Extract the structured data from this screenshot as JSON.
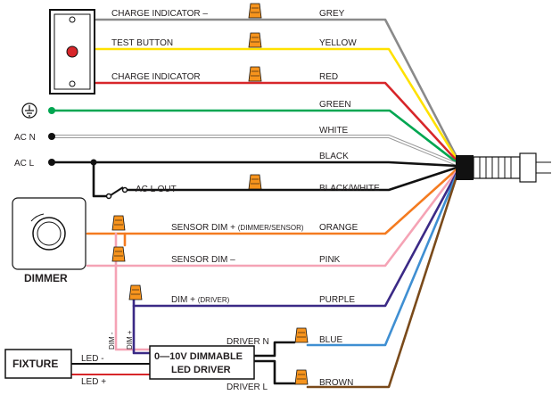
{
  "colors": {
    "grey": "#8a8a8a",
    "yellow": "#ffe100",
    "red": "#d7262a",
    "green": "#00a651",
    "white_wire": "#c8c8c8",
    "black": "#111111",
    "orange": "#f47b20",
    "pink": "#f5a3b5",
    "purple": "#3b2a86",
    "blue": "#3f8fd2",
    "brown": "#7a4a1a",
    "wire_nut": "#f7941d"
  },
  "left_labels": {
    "ac_n": "AC N",
    "ac_l": "AC L",
    "ac_l_out": "AC L OUT",
    "dimmer": "DIMMER",
    "fixture": "FIXTURE",
    "led_minus": "LED -",
    "led_plus": "LED +",
    "dim_minus": "DIM -",
    "dim_plus": "DIM +"
  },
  "driver": {
    "line1": "0—10V DIMMABLE",
    "line2": "LED DRIVER",
    "driver_n": "DRIVER N",
    "driver_l": "DRIVER L"
  },
  "wires": [
    {
      "name": "charge-indicator-minus",
      "function": "CHARGE INDICATOR –",
      "color_label": "GREY"
    },
    {
      "name": "test-button",
      "function": "TEST BUTTON",
      "color_label": "YELLOW"
    },
    {
      "name": "charge-indicator",
      "function": "CHARGE INDICATOR",
      "color_label": "RED"
    },
    {
      "name": "ground",
      "function": "",
      "color_label": "GREEN"
    },
    {
      "name": "ac-n",
      "function": "",
      "color_label": "WHITE"
    },
    {
      "name": "ac-l",
      "function": "",
      "color_label": "BLACK"
    },
    {
      "name": "ac-l-out",
      "function": "",
      "color_label": "BLACK/WHITE"
    },
    {
      "name": "sensor-dim-plus",
      "function": "SENSOR DIM + ",
      "function_small": "(DIMMER/SENSOR)",
      "color_label": "ORANGE"
    },
    {
      "name": "sensor-dim-minus",
      "function": "SENSOR DIM –",
      "color_label": "PINK"
    },
    {
      "name": "dim-plus",
      "function": "DIM + ",
      "function_small": "(DRIVER)",
      "color_label": "PURPLE"
    },
    {
      "name": "blue",
      "function": "",
      "color_label": "BLUE"
    },
    {
      "name": "brown",
      "function": "",
      "color_label": "BROWN"
    }
  ]
}
